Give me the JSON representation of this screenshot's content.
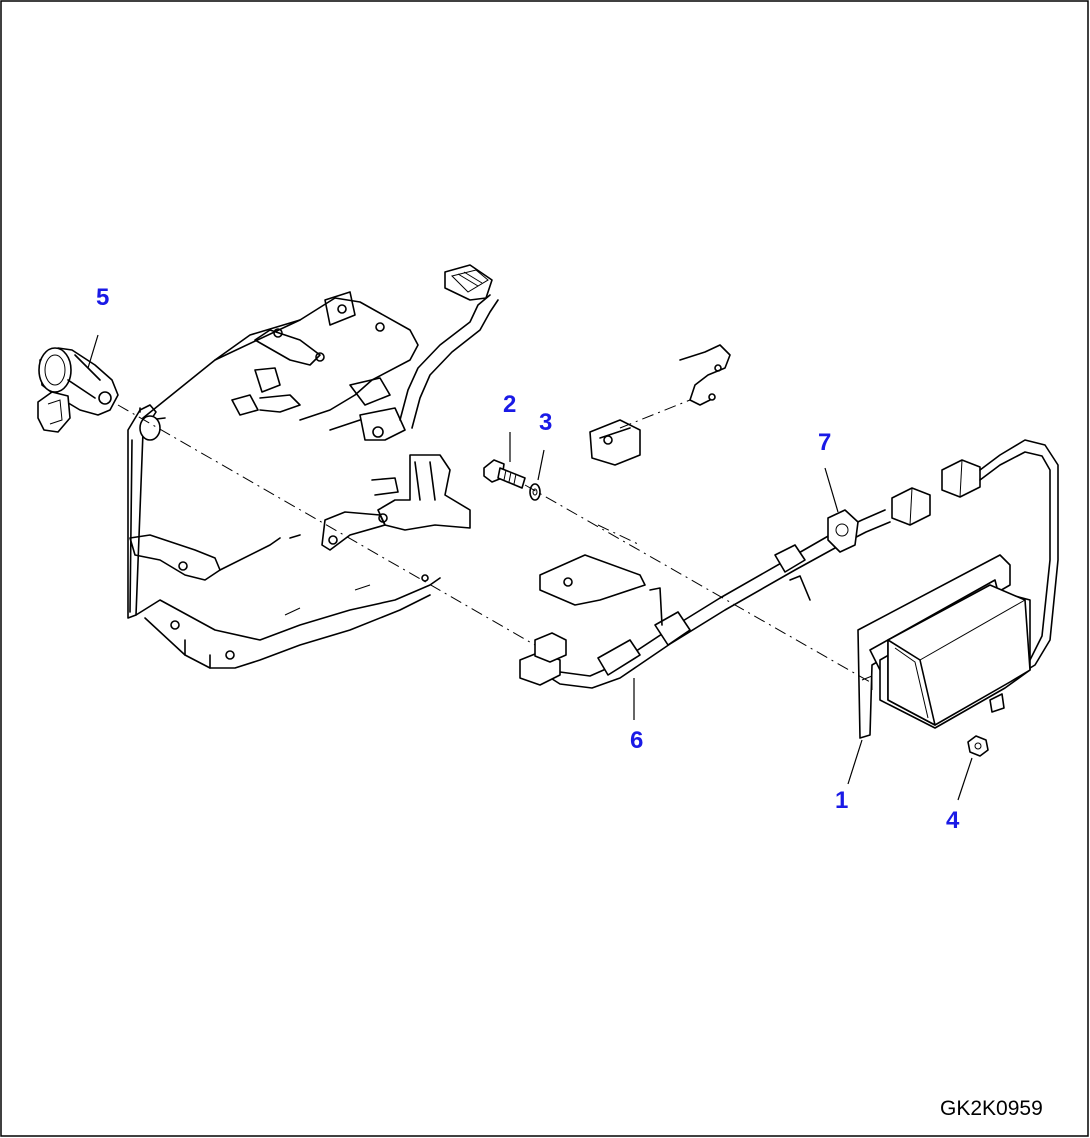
{
  "drawing": {
    "code": "GK2K0959",
    "callout_color": "#1a1ae6"
  },
  "callouts": [
    {
      "id": "1",
      "label": "1"
    },
    {
      "id": "2",
      "label": "2"
    },
    {
      "id": "3",
      "label": "3"
    },
    {
      "id": "4",
      "label": "4"
    },
    {
      "id": "5",
      "label": "5"
    },
    {
      "id": "6",
      "label": "6"
    },
    {
      "id": "7",
      "label": "7"
    }
  ]
}
